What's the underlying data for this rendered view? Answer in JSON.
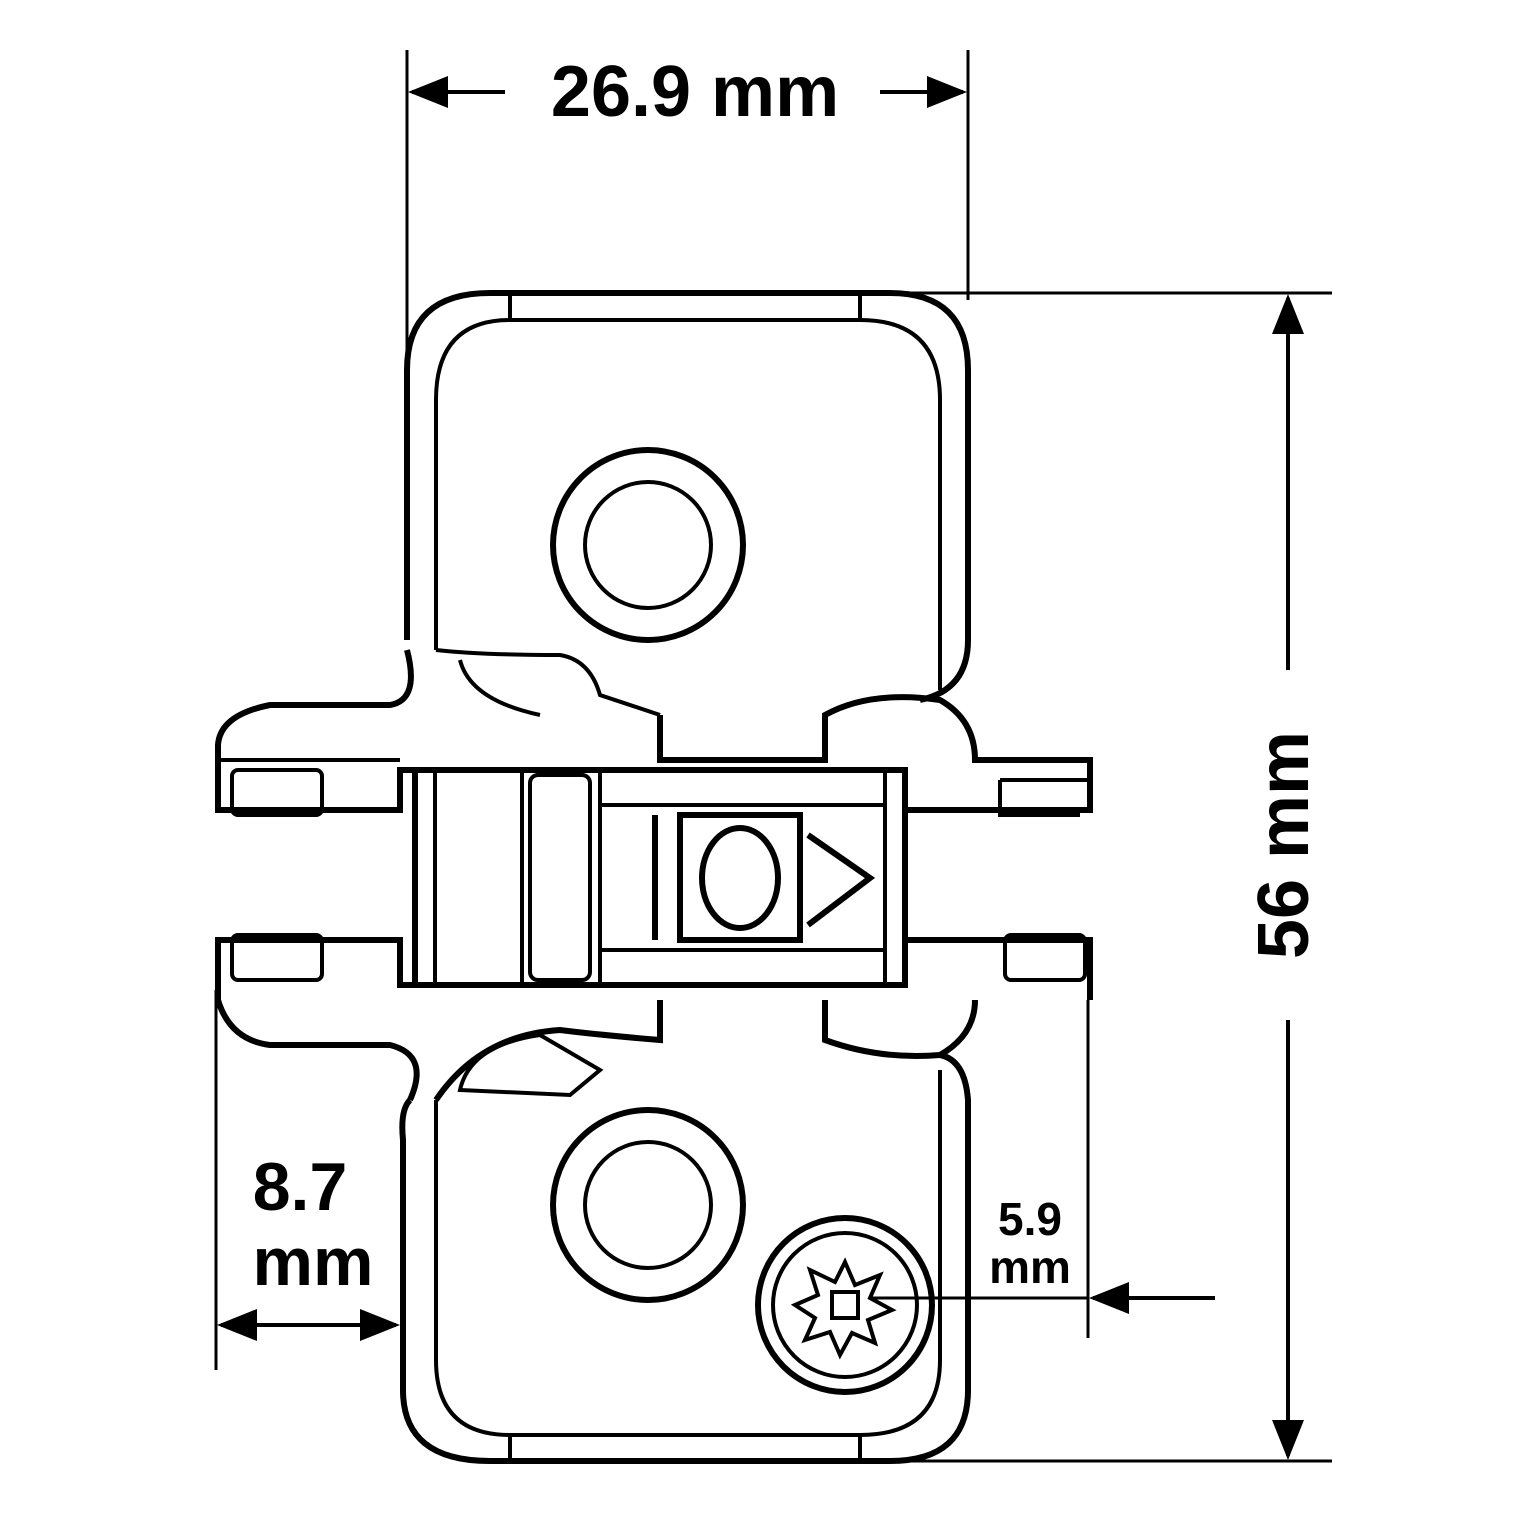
{
  "title": "Hinge dimension drawing",
  "dimensions": {
    "width": "26.9 mm",
    "height": "56 mm",
    "offset_value": "8.7",
    "offset_unit": "mm",
    "screw_value": "5.9",
    "screw_unit": "mm"
  },
  "colors": {
    "line": "#000000",
    "background": "#ffffff"
  }
}
